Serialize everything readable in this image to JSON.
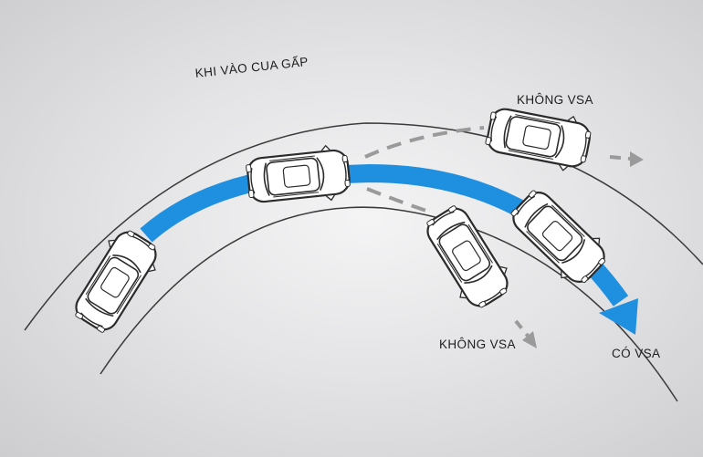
{
  "labels": {
    "entering_sharp_turn": "KHI VÀO CUA GẤP",
    "without_vsa_top": "KHÔNG VSA",
    "without_vsa_bottom": "KHÔNG VSA",
    "with_vsa": "CÓ VSA"
  },
  "colors": {
    "vsa_path": "#1f8fe0",
    "no_vsa_path": "#9a9a9a",
    "road_line": "#3a3a3a",
    "car_body": "#ffffff",
    "car_outline": "#2b2b2b"
  }
}
